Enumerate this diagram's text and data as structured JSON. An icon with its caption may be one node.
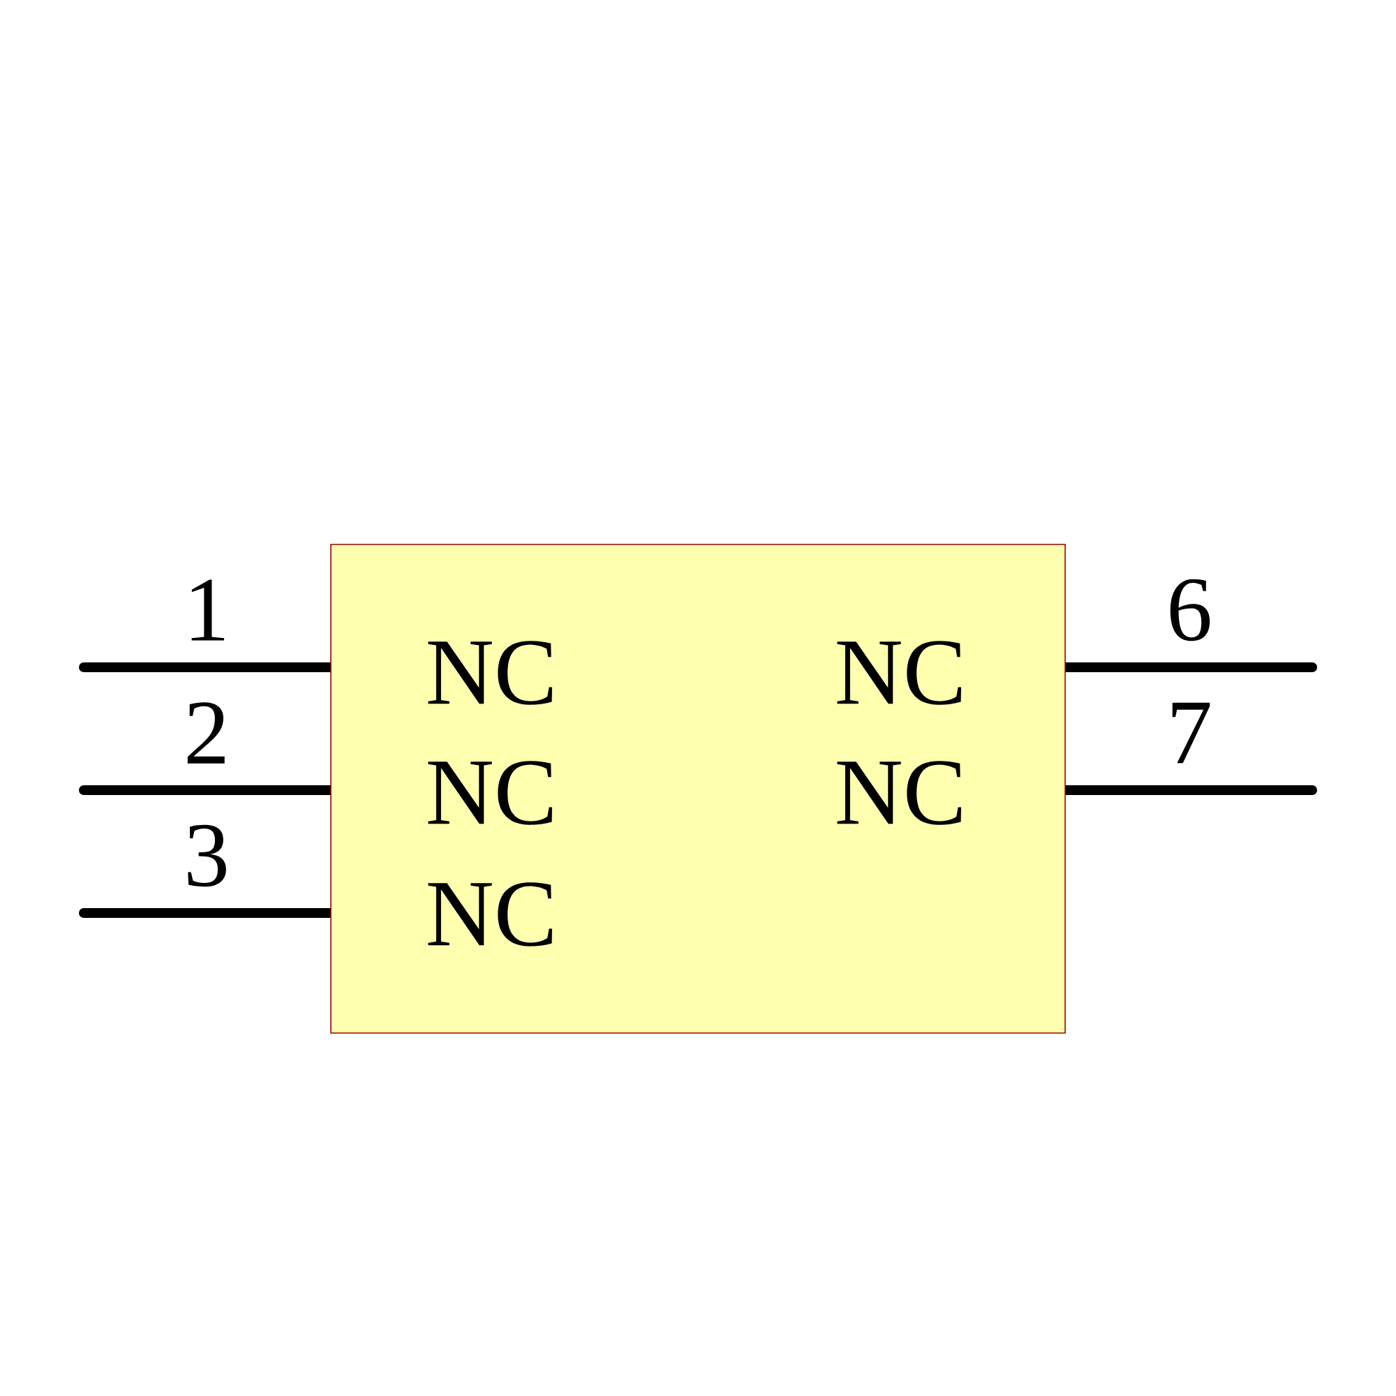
{
  "diagram": {
    "nodes": [
      {
        "text": [
          "NC",
          "NC",
          "NC",
          "NC",
          "NC"
        ]
      }
    ],
    "labels": [
      "1",
      "6",
      "2",
      "7",
      "3"
    ]
  }
}
